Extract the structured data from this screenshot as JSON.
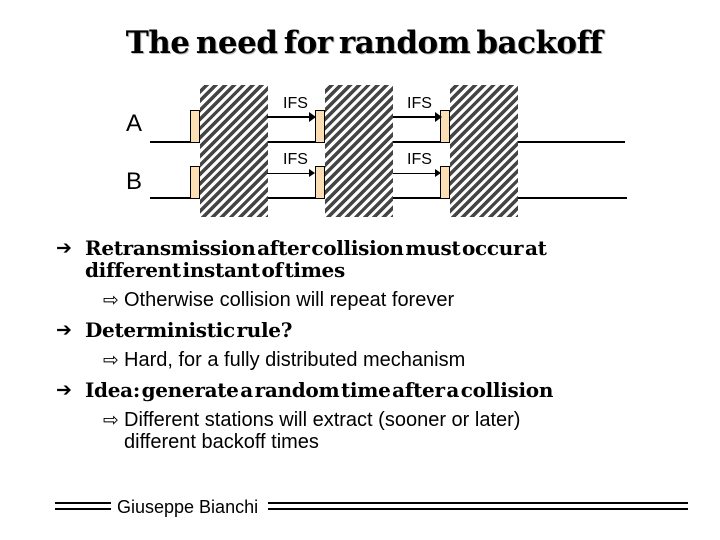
{
  "slide": {
    "title": "The need for random backoff",
    "footer_author": "Giuseppe Bianchi"
  },
  "diagram": {
    "station_a_label": "A",
    "station_b_label": "B",
    "ifs_label": "IFS",
    "colors": {
      "frame_marker_fill": "#FBDEB3",
      "hatch_stripe": "#454545",
      "line": "#000000"
    }
  },
  "bullets": {
    "level1_marker": "➔",
    "level2_marker": "⇨",
    "items": [
      {
        "level": 1,
        "lines": [
          "Retransmission after collision must occur at",
          "different instant of times"
        ]
      },
      {
        "level": 2,
        "lines": [
          "Otherwise collision will repeat forever"
        ]
      },
      {
        "level": 1,
        "lines": [
          "Deterministic rule?"
        ]
      },
      {
        "level": 2,
        "lines": [
          "Hard, for a fully distributed mechanism"
        ]
      },
      {
        "level": 1,
        "lines": [
          "Idea: generate a random time after a collision"
        ]
      },
      {
        "level": 2,
        "lines": [
          "Different stations will extract (sooner or later)",
          "different backoff times"
        ]
      }
    ]
  }
}
